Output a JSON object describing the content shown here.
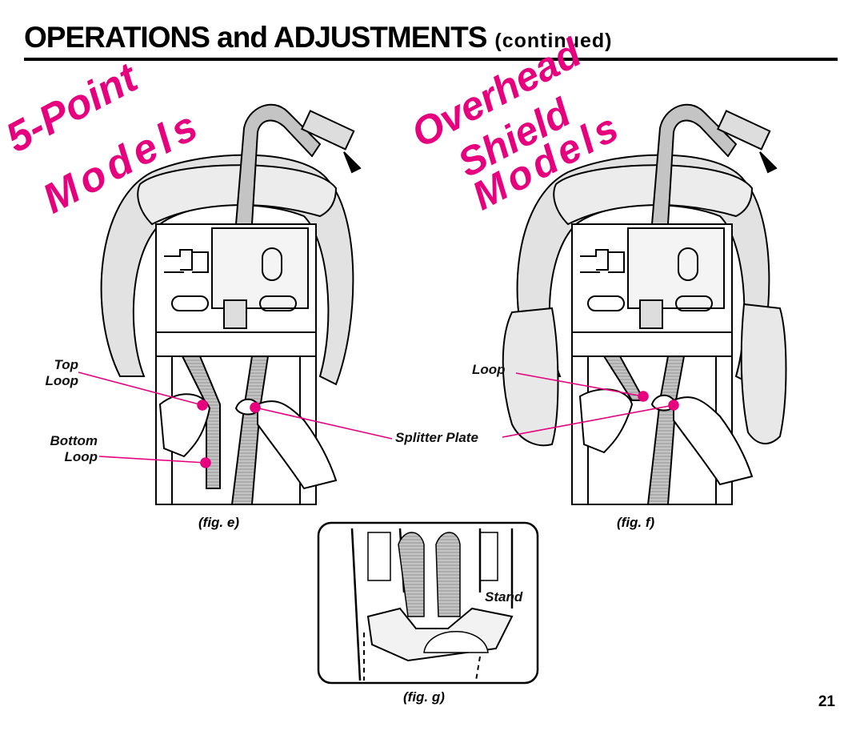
{
  "header": {
    "title": "OPERATIONS and ADJUSTMENTS",
    "subtitle": "(continued)"
  },
  "stamps": {
    "left": [
      "5-Point",
      "Models"
    ],
    "right": [
      "Overhead",
      "Shield",
      "Models"
    ]
  },
  "callouts": {
    "top_loop": [
      "Top",
      "Loop"
    ],
    "bottom_loop": [
      "Bottom",
      "Loop"
    ],
    "loop": "Loop",
    "splitter_plate": "Splitter Plate",
    "stand": "Stand"
  },
  "captions": {
    "fig_e": "(fig. e)",
    "fig_f": "(fig. f)",
    "fig_g": "(fig. g)"
  },
  "page_number": "21",
  "colors": {
    "accent": "#e6007e",
    "ink": "#000000",
    "shell": "#e2e2e2",
    "strap": "#b0b0b0"
  }
}
